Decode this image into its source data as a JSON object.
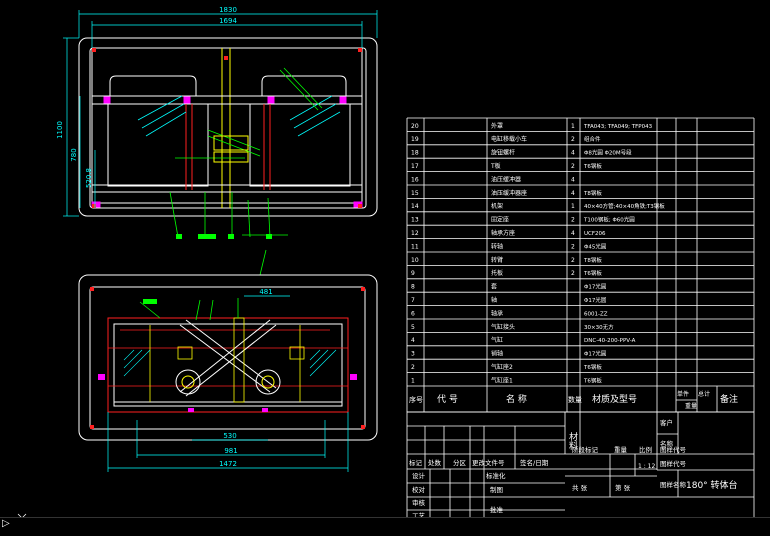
{
  "drawing": {
    "dims": {
      "top_width_outer": "1830",
      "top_width_inner": "1694",
      "height_outer": "1100",
      "height_mid": "780",
      "height_small": "520.8",
      "plan_len_a": "481",
      "plan_len_b": "530",
      "plan_len_c": "981",
      "plan_len_d": "1472"
    },
    "colors": {
      "frame": "#ffffff",
      "part_red": "#ff2020",
      "part_yellow": "#ffff00",
      "part_cyan": "#00ffff",
      "part_green": "#00ff00",
      "part_magenta": "#ff00ff",
      "part_blue": "#4060ff",
      "table_line": "#00ff00"
    }
  },
  "bom": {
    "rows": [
      {
        "no": "20",
        "name": "外罩",
        "qty": "1",
        "spec": "TFA043; TFA049; TFP043"
      },
      {
        "no": "19",
        "name": "电缸移载小车",
        "qty": "2",
        "spec": "组合件"
      },
      {
        "no": "18",
        "name": "旋钮螺杆",
        "qty": "4",
        "spec": "Φ8光圆  Φ20M号段"
      },
      {
        "no": "17",
        "name": "T板",
        "qty": "2",
        "spec": "T6钢板"
      },
      {
        "no": "16",
        "name": "油压缓冲器",
        "qty": "4",
        "spec": ""
      },
      {
        "no": "15",
        "name": "油压缓冲器座",
        "qty": "4",
        "spec": "T8钢板"
      },
      {
        "no": "14",
        "name": "机架",
        "qty": "1",
        "spec": "40×40方管;40×40角铁;T3钢板"
      },
      {
        "no": "13",
        "name": "固定座",
        "qty": "2",
        "spec": "T100钢板;  Φ60光圆"
      },
      {
        "no": "12",
        "name": "轴承方座",
        "qty": "4",
        "spec": "UCF206"
      },
      {
        "no": "11",
        "name": "转轴",
        "qty": "2",
        "spec": "Φ45光圆"
      },
      {
        "no": "10",
        "name": "转臂",
        "qty": "2",
        "spec": "T8钢板"
      },
      {
        "no": "9",
        "name": "托板",
        "qty": "2",
        "spec": "T6钢板"
      },
      {
        "no": "8",
        "name": "套",
        "qty": "",
        "spec": "Φ17光圆"
      },
      {
        "no": "7",
        "name": "轴",
        "qty": "",
        "spec": "Φ17光圆"
      },
      {
        "no": "6",
        "name": "轴承",
        "qty": "",
        "spec": "6001-ZZ"
      },
      {
        "no": "5",
        "name": "气缸接头",
        "qty": "",
        "spec": "30×30无方"
      },
      {
        "no": "4",
        "name": "气缸",
        "qty": "",
        "spec": "DNC-40-200-PPV-A"
      },
      {
        "no": "3",
        "name": "销轴",
        "qty": "",
        "spec": "Φ17光圆"
      },
      {
        "no": "2",
        "name": "气缸座2",
        "qty": "",
        "spec": "T6钢板"
      },
      {
        "no": "1",
        "name": "气缸座1",
        "qty": "",
        "spec": "T6钢板"
      }
    ],
    "header": {
      "no": "序号",
      "code": "代  号",
      "name": "名  称",
      "qty": "数量",
      "spec": "材质及型号",
      "unit": "单件",
      "total": "总计",
      "weight": "重量",
      "remark": "备注"
    }
  },
  "titleblock": {
    "material": "材料",
    "client": "客户",
    "client_name": "名称",
    "mark": "标记",
    "count": "处数",
    "zone": "分区",
    "change_no": "更改文件号",
    "sign_date": "签名/日期",
    "stage_mark": "阶段标记",
    "weight": "重量",
    "scale": "比例",
    "scale_val": "1 : 12",
    "drawing_code": "图样代号",
    "design": "设计",
    "std": "标准化",
    "check": "校对",
    "draw": "制图",
    "review": "审核",
    "craft": "工艺",
    "approve": "批准",
    "total_sheets": "共  张",
    "sheet_no": "第  张",
    "drawing_name": "图样名称",
    "title": "180° 转体台"
  },
  "ui": {
    "cursor_glyph": "✕",
    "cmd_arrow": "▷"
  }
}
